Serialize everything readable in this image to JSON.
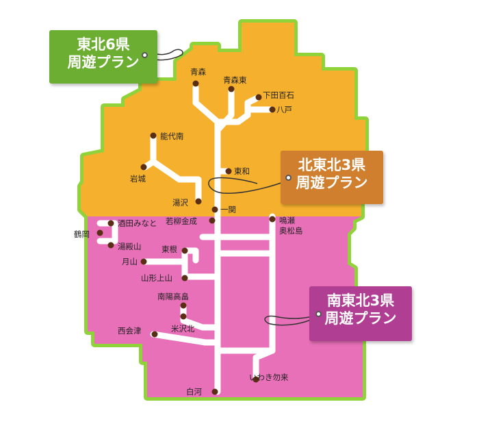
{
  "colors": {
    "north_region": "#f5b02e",
    "south_region": "#e870b8",
    "outline": "#8fd23a",
    "rail": "#ffffff",
    "station": "#5a2e14",
    "tag_tohoku6": "#6cae32",
    "tag_north3": "#cf7f2e",
    "tag_south3": "#b03f94"
  },
  "plans": {
    "tohoku6": {
      "line1": "東北6県",
      "line2": "周遊プラン"
    },
    "north3": {
      "line1": "北東北3県",
      "line2": "周遊プラン"
    },
    "south3": {
      "line1": "南東北3県",
      "line2": "周遊プラン"
    }
  },
  "stations": {
    "aomori": "青森",
    "shin_aomori": "青森東",
    "shimoda_momoishi": "下田百石",
    "hachinohe": "八戸",
    "noshiro_minami": "能代南",
    "iwaki_akita": "岩城",
    "towa": "東和",
    "yuzawa": "湯沢",
    "ichinoseki": "一関",
    "wakayanagi_kanari": "若柳金成",
    "naruse_okumatsushima": "鳴瀬\n奥松島",
    "sakata_minato": "酒田みなと",
    "tsuruoka": "鶴岡",
    "yudonosan": "湯殿山",
    "higashine": "東根",
    "gassan": "月山",
    "yamagata_kaminoyama": "山形上山",
    "nanyo_takahata": "南陽高畠",
    "yonezawa_kita": "米沢北",
    "nishi_aizu": "西会津",
    "iwaki_nakoso": "いわき勿来",
    "shirakawa": "白河"
  }
}
